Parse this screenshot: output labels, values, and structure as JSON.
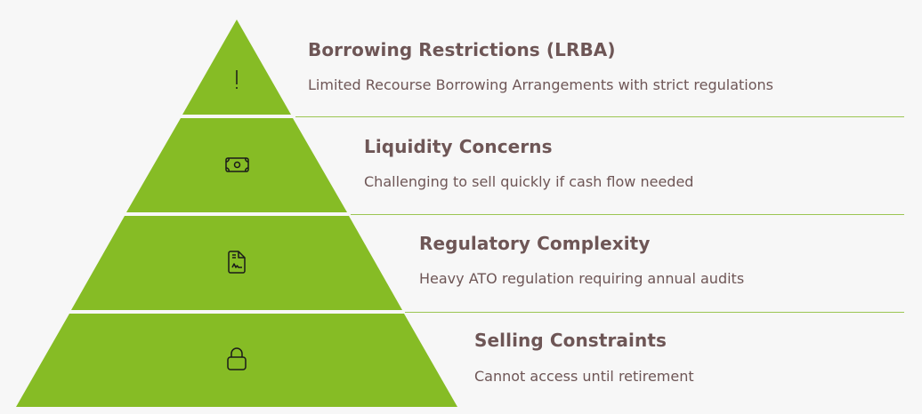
{
  "colors": {
    "tier_fill": "#86bc25",
    "text": "#6e5656",
    "background": "#f7f7f7",
    "divider": "#9cc653"
  },
  "tiers": [
    {
      "icon": "exclamation-icon",
      "title": "Borrowing Restrictions (LRBA)",
      "description": "Limited Recourse Borrowing Arrangements with strict regulations"
    },
    {
      "icon": "banknote-icon",
      "title": "Liquidity Concerns",
      "description": "Challenging to sell quickly if cash flow needed"
    },
    {
      "icon": "document-signature-icon",
      "title": "Regulatory Complexity",
      "description": "Heavy ATO regulation requiring annual audits"
    },
    {
      "icon": "lock-icon",
      "title": "Selling Constraints",
      "description": "Cannot access until retirement"
    }
  ]
}
